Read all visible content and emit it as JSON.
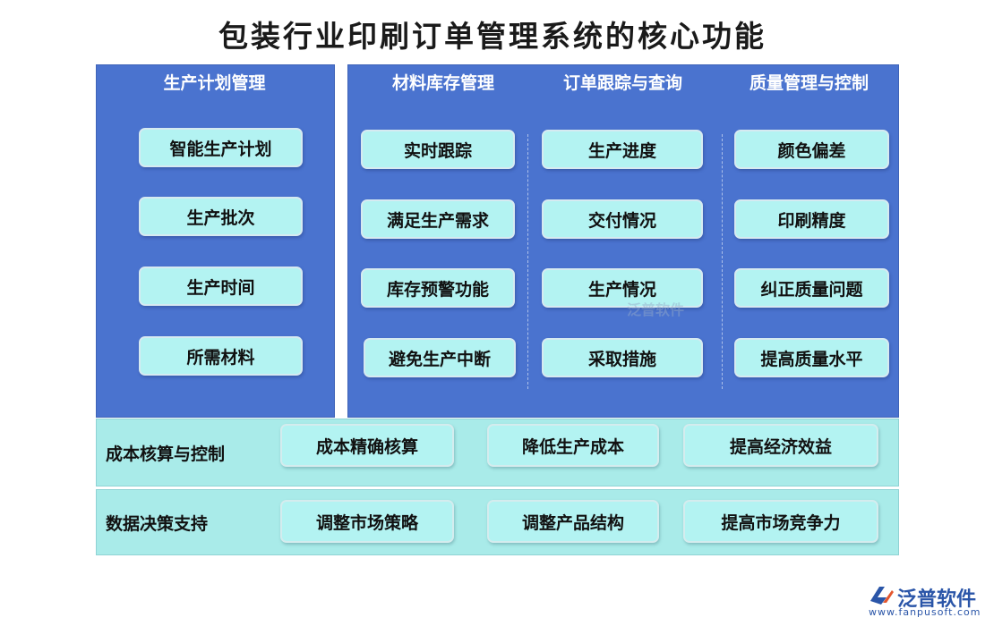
{
  "title": "包装行业印刷订单管理系统的核心功能",
  "columns": [
    {
      "title": "生产计划管理",
      "items": [
        "智能生产计划",
        "生产批次",
        "生产时间",
        "所需材料"
      ]
    },
    {
      "title": "材料库存管理",
      "items": [
        "实时跟踪",
        "满足生产需求",
        "库存预警功能",
        "避免生产中断"
      ]
    },
    {
      "title": "订单跟踪与查询",
      "items": [
        "生产进度",
        "交付情况",
        "生产情况",
        "采取措施"
      ]
    },
    {
      "title": "质量管理与控制",
      "items": [
        "颜色偏差",
        "印刷精度",
        "纠正质量问题",
        "提高质量水平"
      ]
    }
  ],
  "bands": [
    {
      "label": "成本核算与控制",
      "items": [
        "成本精确核算",
        "降低生产成本",
        "提高经济效益"
      ]
    },
    {
      "label": "数据决策支持",
      "items": [
        "调整市场策略",
        "调整产品结构",
        "提高市场竞争力"
      ]
    }
  ],
  "watermark": "泛普软件",
  "logo": {
    "name": "泛普软件",
    "url": "www.fanpusoft.com"
  },
  "colors": {
    "panel": "#4a73cf",
    "box": "#b3f3f2",
    "band": "#a9ebe9",
    "logo": "#2a55a8"
  }
}
